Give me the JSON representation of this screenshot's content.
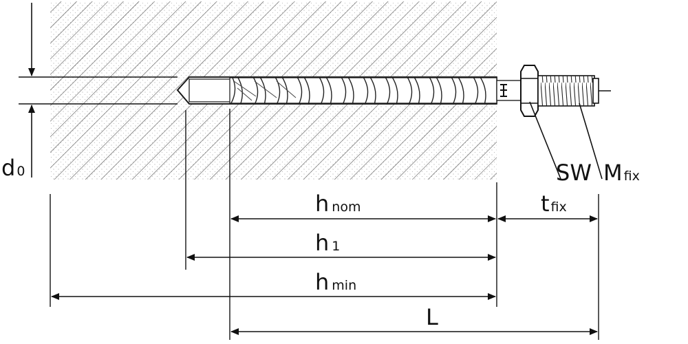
{
  "labels": {
    "d0": {
      "main": "d",
      "sub": "0"
    },
    "h_nom": {
      "main": "h",
      "sub": "nom"
    },
    "h_1": {
      "main": "h",
      "sub": "1"
    },
    "h_min": {
      "main": "h",
      "sub": "min"
    },
    "L": {
      "main": "L"
    },
    "t_fix": {
      "main": "t",
      "sub": "fix"
    },
    "SW": {
      "main": "SW"
    },
    "M_fix": {
      "main": "M",
      "sub": "fix"
    }
  },
  "colors": {
    "line": "#1a1a1a",
    "hatch": "#555555",
    "stipple": "#8a8a8a",
    "background": "#ffffff"
  },
  "icons": [
    "arrow-head",
    "screw-anchor",
    "hex-nut",
    "threaded-stud"
  ]
}
